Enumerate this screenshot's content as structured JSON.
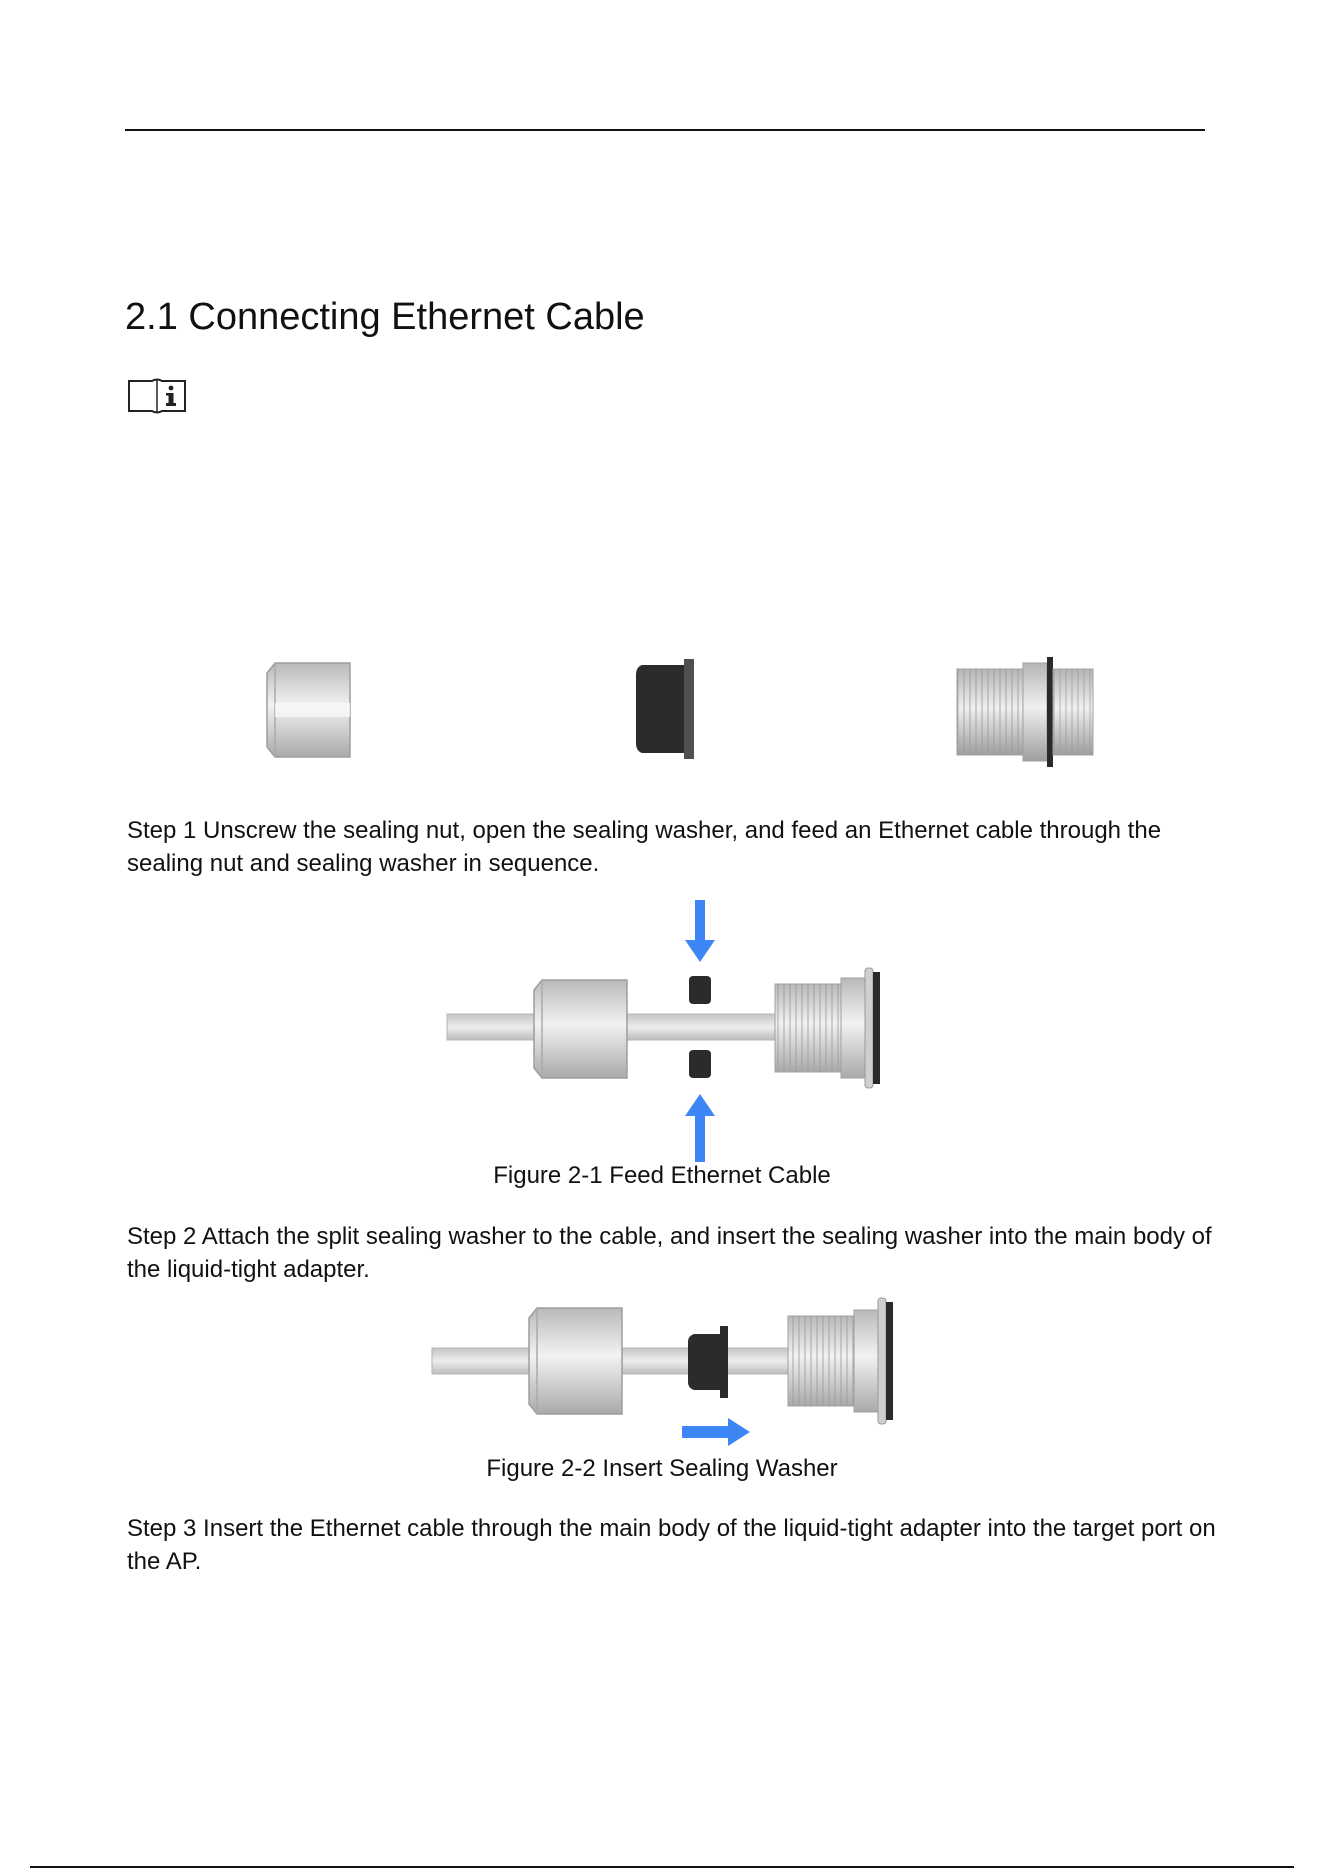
{
  "section": {
    "heading": "2.1 Connecting Ethernet Cable"
  },
  "note": {
    "icon": "note-book-icon"
  },
  "parts": {
    "icons": [
      "sealing-nut-icon",
      "sealing-washer-icon",
      "adapter-body-icon"
    ]
  },
  "steps": [
    {
      "text": "Step 1 Unscrew the sealing nut, open the sealing washer, and feed an Ethernet cable through the sealing nut and sealing washer in sequence."
    },
    {
      "text": "Step 2 Attach the split sealing washer to the cable, and insert the sealing washer into the main body of the liquid-tight adapter."
    },
    {
      "text": "Step 3 Insert the Ethernet cable through the main body of the liquid-tight adapter into the target port on the AP."
    }
  ],
  "figures": [
    {
      "caption": "Figure 2-1 Feed Ethernet Cable"
    },
    {
      "caption": "Figure 2-2 Insert Sealing Washer"
    }
  ],
  "colors": {
    "arrow": "#3d86f5",
    "rule": "#111111",
    "metal": "#cfcfcf",
    "washer": "#2b2b2b"
  }
}
